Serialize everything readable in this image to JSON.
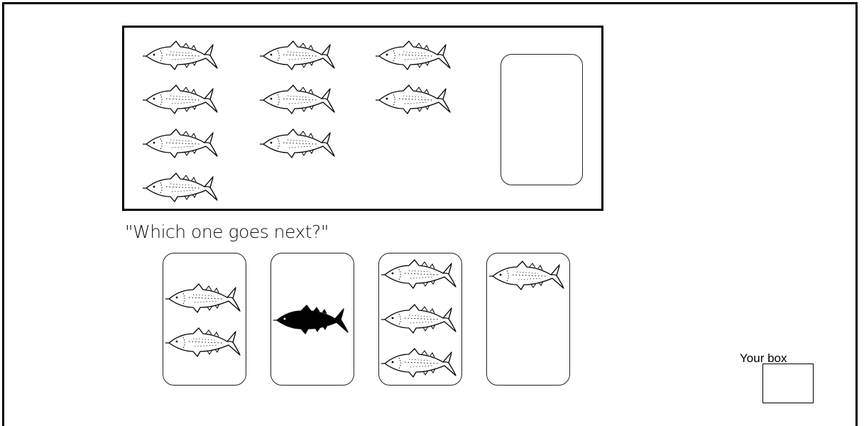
{
  "puzzle": {
    "question": "\"Which one goes next?\"",
    "sequence_counts": [
      4,
      3,
      2,
      "?"
    ],
    "choices": [
      {
        "id": "choice-1",
        "fish_count": 2,
        "style": "outline"
      },
      {
        "id": "choice-2",
        "fish_count": 1,
        "style": "solid-black"
      },
      {
        "id": "choice-3",
        "fish_count": 3,
        "style": "outline"
      },
      {
        "id": "choice-4",
        "fish_count": 1,
        "style": "outline"
      }
    ]
  },
  "answer_area": {
    "label": "Your box"
  },
  "icons": {
    "fish": "fish-icon",
    "fish_solid": "fish-solid-icon"
  },
  "colors": {
    "outline": "#000000",
    "background": "#ffffff"
  }
}
